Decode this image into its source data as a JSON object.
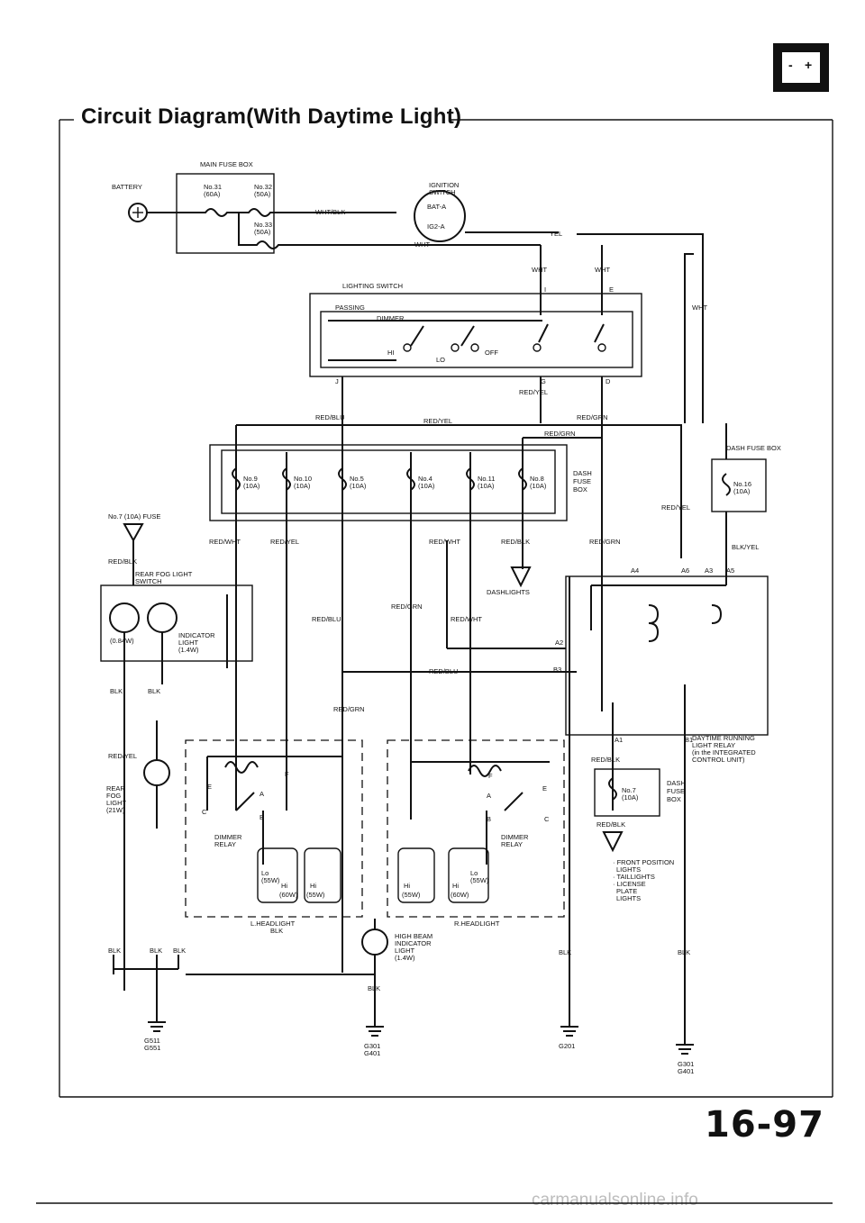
{
  "page": {
    "title": "Circuit Diagram(With Daytime Light)",
    "number": "16-97",
    "watermark": "carmanualsonline.info"
  },
  "battery_icon": {
    "minus": "-",
    "plus": "+"
  },
  "labels": {
    "main_fuse_box": "MAIN FUSE BOX",
    "battery": "BATTERY",
    "fuse31": "No.31",
    "fuse31_rating": "(60A)",
    "fuse32": "No.32",
    "fuse32_rating": "(50A)",
    "fuse33": "No.33",
    "fuse33_rating": "(50A)",
    "ignition_switch": "IGNITION",
    "ignition_switch2": "SWITCH",
    "bat_a": "BAT-A",
    "ig2_a": "IG2-A",
    "lighting_switch": "LIGHTING SWITCH",
    "passing": "PASSING",
    "dimmer": "DIMMER",
    "hi": "HI",
    "lo": "LO",
    "off": "OFF",
    "dash_fuse_box": "DASH FUSE BOX",
    "dash_fuse_box_a": "DASH",
    "dash_fuse_box_b": "FUSE",
    "dash_fuse_box_c": "BOX",
    "fuse9": "No.9",
    "fuse10": "No.10",
    "fuse5": "No.5",
    "fuse4": "No.4",
    "fuse11": "No.11",
    "fuse8": "No.8",
    "fuse16": "No.16",
    "fuse7": "No.7",
    "fuse7_top": "No.7 (10A) FUSE",
    "rating_10a": "(10A)",
    "rear_fog_switch": "REAR FOG LIGHT",
    "rear_fog_switch2": "SWITCH",
    "indicator_light": "INDICATOR",
    "indicator_light2": "LIGHT",
    "indicator_rating": "(1.4W)",
    "rear_fog_rating": "(0.84W)",
    "rear_fog_light": "REAR",
    "rear_fog_light2": "FOG",
    "rear_fog_light3": "LIGHT",
    "rear_fog_light4": "(21W)",
    "dashlights": "DASHLIGHTS",
    "drl_relay": "DAYTIME RUNNING",
    "drl_relay2": "LIGHT RELAY",
    "drl_relay3": "(in the INTEGRATED",
    "drl_relay4": "CONTROL UNIT)",
    "dimmer_relay": "DIMMER",
    "dimmer_relay2": "RELAY",
    "l_headlight": "L.HEADLIGHT",
    "r_headlight": "R.HEADLIGHT",
    "lo_55w": "Lo",
    "hi_60w": "Hi",
    "w55": "(55W)",
    "w60": "(60W)",
    "high_beam": "HIGH BEAM",
    "high_beam2": "INDICATOR",
    "high_beam3": "LIGHT",
    "high_beam4": "(1.4W)",
    "front_position": "· FRONT POSITION",
    "front_position2": "LIGHTS",
    "taillights": "· TAILLIGHTS",
    "license": "· LICENSE",
    "license2": "PLATE",
    "license3": "LIGHTS",
    "g511": "G511",
    "g551": "G551",
    "g301": "G301",
    "g401": "G401",
    "g201": "G201",
    "wht": "WHT",
    "yel": "YEL",
    "wht_blk": "WHT/BLK",
    "red_blu": "RED/BLU",
    "red_yel": "RED/YEL",
    "red_grn": "RED/GRN",
    "red_blk": "RED/BLK",
    "red_wht": "RED/WHT",
    "blk": "BLK",
    "blk_yel": "BLK/YEL",
    "a1": "A1",
    "a2": "A2",
    "a3": "A3",
    "a4": "A4",
    "a5": "A5",
    "a6": "A6",
    "b1": "B1",
    "b3": "B3",
    "pin_a": "A",
    "pin_b": "B",
    "pin_c": "C",
    "pin_d": "D",
    "pin_e": "E",
    "pin_f": "F",
    "pin_g": "G",
    "pin_i": "I",
    "pin_j": "J"
  }
}
